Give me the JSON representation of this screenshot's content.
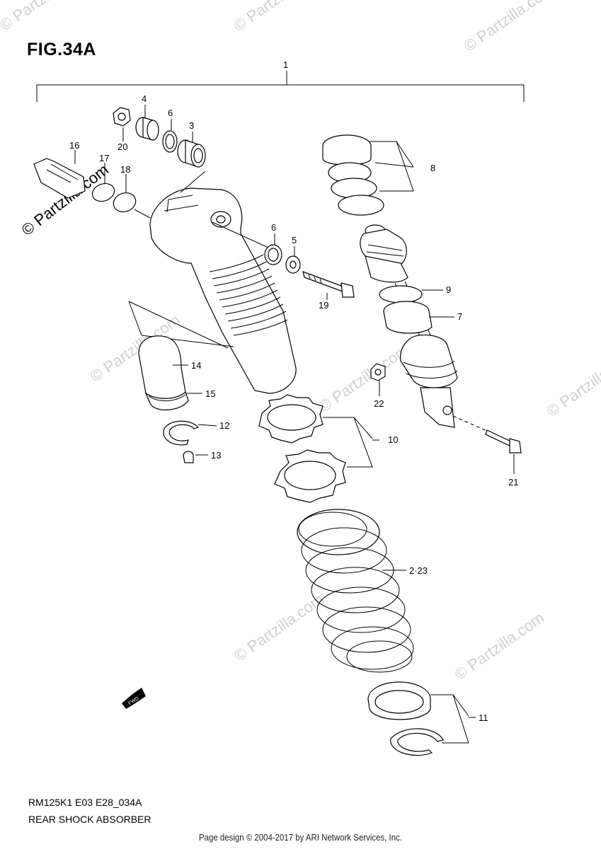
{
  "figure": {
    "title": "FIG.34A",
    "diagram_code": "RM125K1 E03 E28_034A",
    "diagram_name": "REAR SHOCK ABSORBER",
    "footer": "Page design © 2004-2017 by ARI Network Services, Inc.",
    "fwd_label": "FWD"
  },
  "watermarks": {
    "text": "© Partzilla.com"
  },
  "callouts": [
    "1",
    "4",
    "6",
    "3",
    "20",
    "16",
    "17",
    "18",
    "8",
    "6",
    "5",
    "19",
    "9",
    "7",
    "14",
    "15",
    "22",
    "12",
    "10",
    "13",
    "21",
    "2·23",
    "11"
  ],
  "colors": {
    "ink": "#000000",
    "watermark": "#d0d0d0",
    "background": "#ffffff"
  }
}
